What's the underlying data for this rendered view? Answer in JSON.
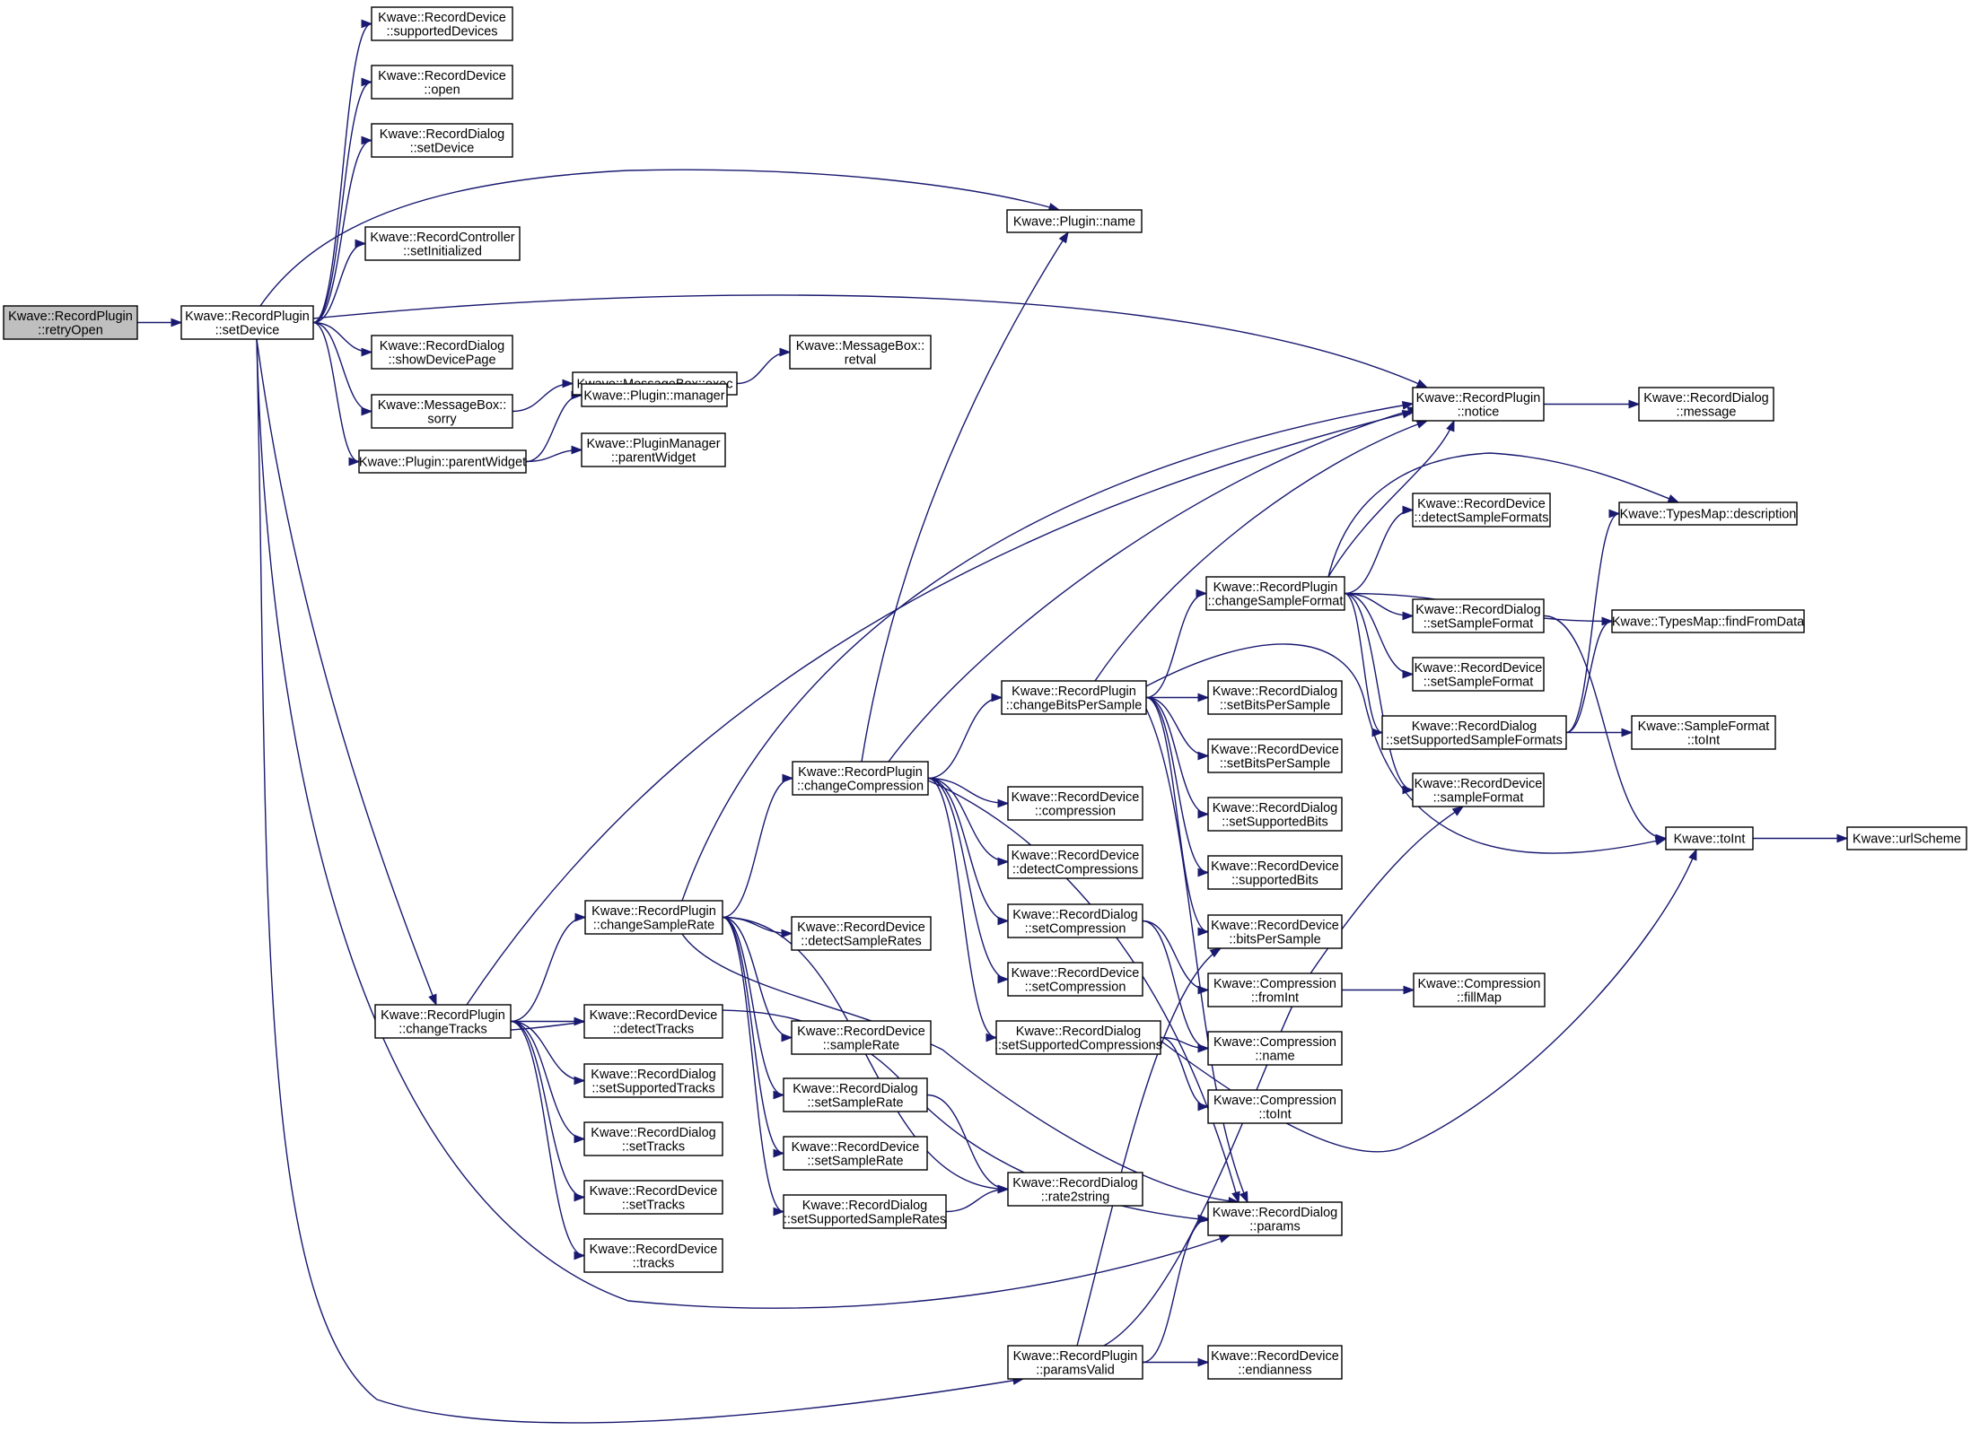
{
  "diagram": {
    "nodes": [
      {
        "id": "retryOpen",
        "lines": [
          "Kwave::RecordPlugin",
          "::retryOpen"
        ],
        "root": true
      },
      {
        "id": "setDevice",
        "lines": [
          "Kwave::RecordPlugin",
          "::setDevice"
        ]
      },
      {
        "id": "supportedDevices",
        "lines": [
          "Kwave::RecordDevice",
          "::supportedDevices"
        ]
      },
      {
        "id": "open",
        "lines": [
          "Kwave::RecordDevice",
          "::open"
        ]
      },
      {
        "id": "dlgSetDevice",
        "lines": [
          "Kwave::RecordDialog",
          "::setDevice"
        ]
      },
      {
        "id": "setInitialized",
        "lines": [
          "Kwave::RecordController",
          "::setInitialized"
        ]
      },
      {
        "id": "showDevicePage",
        "lines": [
          "Kwave::RecordDialog",
          "::showDevicePage"
        ]
      },
      {
        "id": "sorry",
        "lines": [
          "Kwave::MessageBox::",
          "sorry"
        ]
      },
      {
        "id": "parentWidget",
        "lines": [
          "Kwave::Plugin::parentWidget"
        ]
      },
      {
        "id": "pluginName",
        "lines": [
          "Kwave::Plugin::name"
        ]
      },
      {
        "id": "exec",
        "lines": [
          "Kwave::MessageBox::exec"
        ]
      },
      {
        "id": "retval",
        "lines": [
          "Kwave::MessageBox::",
          "retval"
        ]
      },
      {
        "id": "manager",
        "lines": [
          "Kwave::Plugin::manager"
        ]
      },
      {
        "id": "pmParentWidget",
        "lines": [
          "Kwave::PluginManager",
          "::parentWidget"
        ]
      },
      {
        "id": "notice",
        "lines": [
          "Kwave::RecordPlugin",
          "::notice"
        ]
      },
      {
        "id": "message",
        "lines": [
          "Kwave::RecordDialog",
          "::message"
        ]
      },
      {
        "id": "detectSampleFormats",
        "lines": [
          "Kwave::RecordDevice",
          "::detectSampleFormats"
        ]
      },
      {
        "id": "description",
        "lines": [
          "Kwave::TypesMap::description"
        ]
      },
      {
        "id": "changeSampleFormat",
        "lines": [
          "Kwave::RecordPlugin",
          "::changeSampleFormat"
        ]
      },
      {
        "id": "dlgSetSampleFormat",
        "lines": [
          "Kwave::RecordDialog",
          "::setSampleFormat"
        ]
      },
      {
        "id": "findFromData",
        "lines": [
          "Kwave::TypesMap::findFromData"
        ]
      },
      {
        "id": "devSetSampleFormat",
        "lines": [
          "Kwave::RecordDevice",
          "::setSampleFormat"
        ]
      },
      {
        "id": "changeBitsPerSample",
        "lines": [
          "Kwave::RecordPlugin",
          "::changeBitsPerSample"
        ]
      },
      {
        "id": "dlgSetBitsPerSample",
        "lines": [
          "Kwave::RecordDialog",
          "::setBitsPerSample"
        ]
      },
      {
        "id": "setSupportedSampleFormats",
        "lines": [
          "Kwave::RecordDialog",
          "::setSupportedSampleFormats"
        ]
      },
      {
        "id": "sfToInt",
        "lines": [
          "Kwave::SampleFormat",
          "::toInt"
        ]
      },
      {
        "id": "devSetBitsPerSample",
        "lines": [
          "Kwave::RecordDevice",
          "::setBitsPerSample"
        ]
      },
      {
        "id": "sampleFormat",
        "lines": [
          "Kwave::RecordDevice",
          "::sampleFormat"
        ]
      },
      {
        "id": "changeCompression",
        "lines": [
          "Kwave::RecordPlugin",
          "::changeCompression"
        ]
      },
      {
        "id": "devCompression",
        "lines": [
          "Kwave::RecordDevice",
          "::compression"
        ]
      },
      {
        "id": "setSupportedBits",
        "lines": [
          "Kwave::RecordDialog",
          "::setSupportedBits"
        ]
      },
      {
        "id": "toInt",
        "lines": [
          "Kwave::toInt"
        ]
      },
      {
        "id": "urlScheme",
        "lines": [
          "Kwave::urlScheme"
        ]
      },
      {
        "id": "detectCompressions",
        "lines": [
          "Kwave::RecordDevice",
          "::detectCompressions"
        ]
      },
      {
        "id": "supportedBits",
        "lines": [
          "Kwave::RecordDevice",
          "::supportedBits"
        ]
      },
      {
        "id": "changeSampleRate",
        "lines": [
          "Kwave::RecordPlugin",
          "::changeSampleRate"
        ]
      },
      {
        "id": "detectSampleRates",
        "lines": [
          "Kwave::RecordDevice",
          "::detectSampleRates"
        ]
      },
      {
        "id": "dlgSetCompression",
        "lines": [
          "Kwave::RecordDialog",
          "::setCompression"
        ]
      },
      {
        "id": "bitsPerSample",
        "lines": [
          "Kwave::RecordDevice",
          "::bitsPerSample"
        ]
      },
      {
        "id": "changeTracks",
        "lines": [
          "Kwave::RecordPlugin",
          "::changeTracks"
        ]
      },
      {
        "id": "detectTracks",
        "lines": [
          "Kwave::RecordDevice",
          "::detectTracks"
        ]
      },
      {
        "id": "devSetCompression",
        "lines": [
          "Kwave::RecordDevice",
          "::setCompression"
        ]
      },
      {
        "id": "fromInt",
        "lines": [
          "Kwave::Compression",
          "::fromInt"
        ]
      },
      {
        "id": "fillMap",
        "lines": [
          "Kwave::Compression",
          "::fillMap"
        ]
      },
      {
        "id": "sampleRate",
        "lines": [
          "Kwave::RecordDevice",
          "::sampleRate"
        ]
      },
      {
        "id": "setSupportedCompressions",
        "lines": [
          "Kwave::RecordDialog",
          "::setSupportedCompressions"
        ]
      },
      {
        "id": "compName",
        "lines": [
          "Kwave::Compression",
          "::name"
        ]
      },
      {
        "id": "setSupportedTracks",
        "lines": [
          "Kwave::RecordDialog",
          "::setSupportedTracks"
        ]
      },
      {
        "id": "dlgSetSampleRate",
        "lines": [
          "Kwave::RecordDialog",
          "::setSampleRate"
        ]
      },
      {
        "id": "compToInt",
        "lines": [
          "Kwave::Compression",
          "::toInt"
        ]
      },
      {
        "id": "dlgSetTracks",
        "lines": [
          "Kwave::RecordDialog",
          "::setTracks"
        ]
      },
      {
        "id": "devSetSampleRate",
        "lines": [
          "Kwave::RecordDevice",
          "::setSampleRate"
        ]
      },
      {
        "id": "rate2string",
        "lines": [
          "Kwave::RecordDialog",
          "::rate2string"
        ]
      },
      {
        "id": "devSetTracks",
        "lines": [
          "Kwave::RecordDevice",
          "::setTracks"
        ]
      },
      {
        "id": "setSupportedSampleRates",
        "lines": [
          "Kwave::RecordDialog",
          "::setSupportedSampleRates"
        ]
      },
      {
        "id": "params",
        "lines": [
          "Kwave::RecordDialog",
          "::params"
        ]
      },
      {
        "id": "tracks",
        "lines": [
          "Kwave::RecordDevice",
          "::tracks"
        ]
      },
      {
        "id": "paramsValid",
        "lines": [
          "Kwave::RecordPlugin",
          "::paramsValid"
        ]
      },
      {
        "id": "endianness",
        "lines": [
          "Kwave::RecordDevice",
          "::endianness"
        ]
      }
    ],
    "edges": [
      [
        "retryOpen",
        "setDevice"
      ],
      [
        "setDevice",
        "supportedDevices"
      ],
      [
        "setDevice",
        "open"
      ],
      [
        "setDevice",
        "dlgSetDevice"
      ],
      [
        "setDevice",
        "pluginName"
      ],
      [
        "setDevice",
        "setInitialized"
      ],
      [
        "setDevice",
        "notice"
      ],
      [
        "setDevice",
        "showDevicePage"
      ],
      [
        "setDevice",
        "sorry"
      ],
      [
        "setDevice",
        "parentWidget"
      ],
      [
        "setDevice",
        "changeTracks"
      ],
      [
        "setDevice",
        "params"
      ],
      [
        "setDevice",
        "paramsValid"
      ],
      [
        "sorry",
        "exec"
      ],
      [
        "exec",
        "retval"
      ],
      [
        "parentWidget",
        "manager"
      ],
      [
        "parentWidget",
        "pmParentWidget"
      ],
      [
        "notice",
        "message"
      ],
      [
        "changeTracks",
        "notice"
      ],
      [
        "changeTracks",
        "changeSampleRate"
      ],
      [
        "changeTracks",
        "detectTracks"
      ],
      [
        "changeTracks",
        "setSupportedTracks"
      ],
      [
        "changeTracks",
        "dlgSetTracks"
      ],
      [
        "changeTracks",
        "devSetTracks"
      ],
      [
        "changeTracks",
        "tracks"
      ],
      [
        "changeTracks",
        "params"
      ],
      [
        "changeSampleRate",
        "notice"
      ],
      [
        "changeSampleRate",
        "changeCompression"
      ],
      [
        "changeSampleRate",
        "detectSampleRates"
      ],
      [
        "changeSampleRate",
        "sampleRate"
      ],
      [
        "changeSampleRate",
        "dlgSetSampleRate"
      ],
      [
        "changeSampleRate",
        "devSetSampleRate"
      ],
      [
        "changeSampleRate",
        "setSupportedSampleRates"
      ],
      [
        "changeSampleRate",
        "rate2string"
      ],
      [
        "changeSampleRate",
        "params"
      ],
      [
        "changeCompression",
        "pluginName"
      ],
      [
        "changeCompression",
        "notice"
      ],
      [
        "changeCompression",
        "changeBitsPerSample"
      ],
      [
        "changeCompression",
        "devCompression"
      ],
      [
        "changeCompression",
        "detectCompressions"
      ],
      [
        "changeCompression",
        "dlgSetCompression"
      ],
      [
        "changeCompression",
        "devSetCompression"
      ],
      [
        "changeCompression",
        "setSupportedCompressions"
      ],
      [
        "changeCompression",
        "params"
      ],
      [
        "changeBitsPerSample",
        "notice"
      ],
      [
        "changeBitsPerSample",
        "changeSampleFormat"
      ],
      [
        "changeBitsPerSample",
        "dlgSetBitsPerSample"
      ],
      [
        "changeBitsPerSample",
        "devSetBitsPerSample"
      ],
      [
        "changeBitsPerSample",
        "setSupportedBits"
      ],
      [
        "changeBitsPerSample",
        "supportedBits"
      ],
      [
        "changeBitsPerSample",
        "bitsPerSample"
      ],
      [
        "changeBitsPerSample",
        "toInt"
      ],
      [
        "changeBitsPerSample",
        "params"
      ],
      [
        "changeSampleFormat",
        "notice"
      ],
      [
        "changeSampleFormat",
        "detectSampleFormats"
      ],
      [
        "changeSampleFormat",
        "description"
      ],
      [
        "changeSampleFormat",
        "findFromData"
      ],
      [
        "changeSampleFormat",
        "dlgSetSampleFormat"
      ],
      [
        "changeSampleFormat",
        "devSetSampleFormat"
      ],
      [
        "changeSampleFormat",
        "setSupportedSampleFormats"
      ],
      [
        "changeSampleFormat",
        "sampleFormat"
      ],
      [
        "dlgSetSampleFormat",
        "toInt"
      ],
      [
        "setSupportedSampleFormats",
        "description"
      ],
      [
        "setSupportedSampleFormats",
        "findFromData"
      ],
      [
        "setSupportedSampleFormats",
        "sfToInt"
      ],
      [
        "toInt",
        "urlScheme"
      ],
      [
        "dlgSetCompression",
        "fromInt"
      ],
      [
        "dlgSetCompression",
        "compName"
      ],
      [
        "setSupportedCompressions",
        "compName"
      ],
      [
        "setSupportedCompressions",
        "compToInt"
      ],
      [
        "setSupportedCompressions",
        "toInt"
      ],
      [
        "fromInt",
        "fillMap"
      ],
      [
        "dlgSetSampleRate",
        "rate2string"
      ],
      [
        "setSupportedSampleRates",
        "rate2string"
      ],
      [
        "paramsValid",
        "endianness"
      ],
      [
        "paramsValid",
        "params"
      ],
      [
        "paramsValid",
        "bitsPerSample"
      ],
      [
        "paramsValid",
        "sampleFormat"
      ]
    ]
  }
}
